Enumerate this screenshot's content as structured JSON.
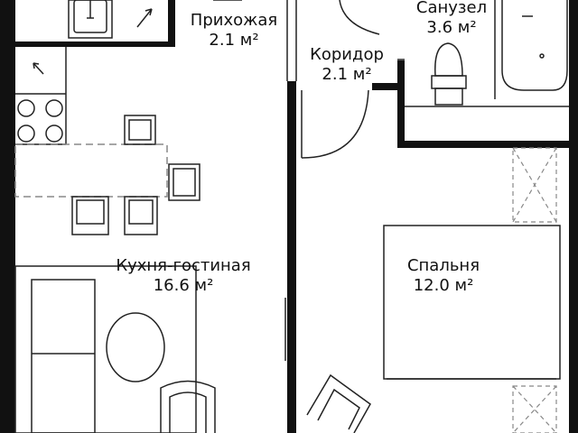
{
  "rooms": [
    {
      "id": "hall",
      "name": "Прихожая",
      "area": "2.1 м²"
    },
    {
      "id": "corridor",
      "name": "Коридор",
      "area": "2.1 м²"
    },
    {
      "id": "bathroom",
      "name": "Санузел",
      "area": "3.6 м²"
    },
    {
      "id": "kitchen",
      "name": "Кухня-гостиная",
      "area": "16.6 м²"
    },
    {
      "id": "bedroom",
      "name": "Спальня",
      "area": "12.0 м²"
    }
  ],
  "colors": {
    "wall": "#111111",
    "line": "#222222",
    "dash": "#888888",
    "background": "#ffffff"
  }
}
